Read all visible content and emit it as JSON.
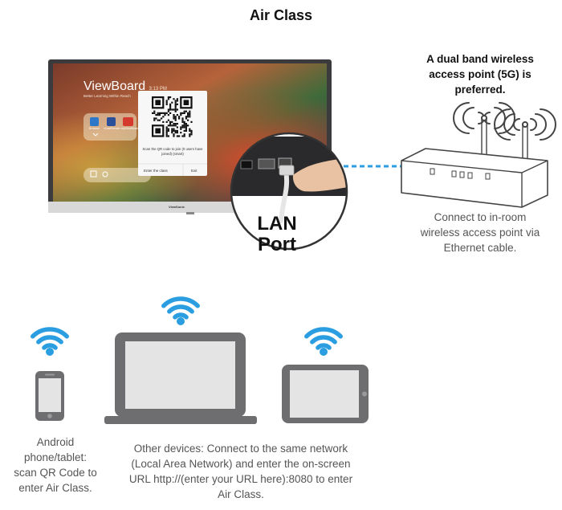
{
  "title": "Air Class",
  "access_point_note": [
    "A dual band wireless",
    "access point (5G) is",
    "preferred."
  ],
  "access_point_caption": [
    "Connect to in-room",
    "wireless access point via",
    "Ethernet cable."
  ],
  "lan_port_label": [
    "LAN",
    "Port"
  ],
  "phone_caption": [
    "Android",
    "phone/tablet:",
    "scan QR Code to",
    "enter Air Class."
  ],
  "other_devices_caption": [
    "Other devices: Connect to the same network",
    "(Local Area Network) and enter the on-screen",
    "URL http://(enter your URL here):8080 to enter",
    "Air Class."
  ],
  "screen": {
    "brand": "ViewBoard",
    "clock": "3:13 PM",
    "subtitle": "Better Learning Within Reach",
    "qr_caption": "Scan the QR code to join (0 users have joined) (smart)",
    "enter_button": "Enter the class",
    "exit_button": "Exit",
    "tiles": [
      "Browser",
      "vCastSender",
      "myViewBoard"
    ],
    "bezel_logo": "ViewSonic"
  },
  "colors": {
    "wifi_blue": "#2a9ee0",
    "device_gray": "#6e6e70",
    "screen_fill": "#e4e4e4",
    "caption_gray": "#555555",
    "cable_blue": "#2a9ee0"
  }
}
